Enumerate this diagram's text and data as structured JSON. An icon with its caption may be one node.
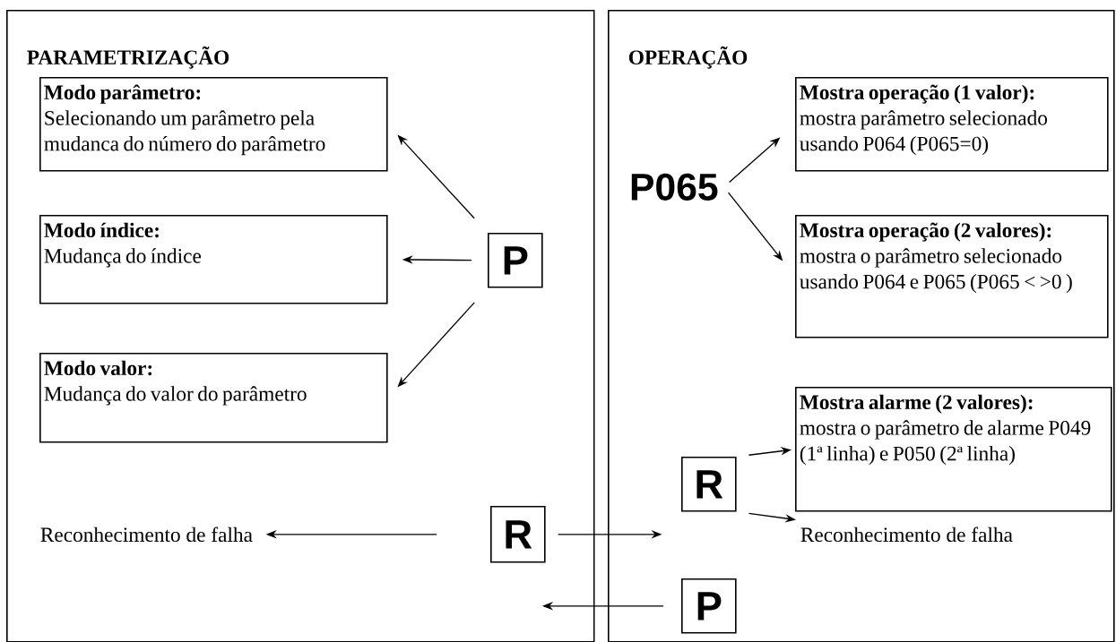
{
  "diagram": {
    "nodes": [
      {
        "text": [
          "PARAMETRIZAÇÃO"
        ]
      },
      {
        "text": [
          "Modo parâmetro:",
          "Selecionando um parâmetro pela mudanca do número do parâmetro"
        ],
        "in": 0
      },
      {
        "text": [
          "Modo índice:",
          "Mudança do índice"
        ],
        "in": 0
      },
      {
        "text": [
          "Modo valor:",
          "Mudança do valor do parâmetro"
        ],
        "in": 0
      },
      {
        "text": [
          "P"
        ],
        "in": 0
      },
      {
        "text": [
          "R"
        ],
        "in": 0
      },
      {
        "text": [
          "Reconhecimento de falha"
        ],
        "in": 0
      },
      {
        "text": [
          "OPERAÇÃO"
        ]
      },
      {
        "text": [
          "P065"
        ],
        "in": 7
      },
      {
        "text": [
          "Mostra operação (1 valor):",
          "mostra parâmetro selecionado usando P064 (P065=0)"
        ],
        "in": 7
      },
      {
        "text": [
          "Mostra operação (2 valores):",
          "mostra o parâmetro selecionado usando P064 e P065 (P065 < >0 )"
        ],
        "in": 7
      },
      {
        "text": [
          "R"
        ],
        "in": 7
      },
      {
        "text": [
          "Mostra alarme (2 valores):",
          "mostra o parâmetro de alarme P049 (1ª linha) e P050 (2ª linha)"
        ],
        "in": 7
      },
      {
        "text": [
          "Reconhecimento de falha"
        ],
        "in": 7
      },
      {
        "text": [
          "P"
        ],
        "in": 7
      }
    ],
    "edges": [
      {
        "from": 4,
        "to": 1,
        "arrow": "to"
      },
      {
        "from": 4,
        "to": 2,
        "arrow": "to"
      },
      {
        "from": 4,
        "to": 3,
        "arrow": "to"
      },
      {
        "from": 5,
        "to": 6,
        "arrow": "to"
      },
      {
        "from": 5,
        "to": null,
        "arrow": "to"
      },
      {
        "from": 14,
        "to": null,
        "arrow": "to"
      },
      {
        "from": 8,
        "to": 9,
        "arrow": "to"
      },
      {
        "from": 8,
        "to": 10,
        "arrow": "to"
      },
      {
        "from": 11,
        "to": 12,
        "arrow": "to"
      },
      {
        "from": 11,
        "to": 13,
        "arrow": "to"
      }
    ]
  }
}
